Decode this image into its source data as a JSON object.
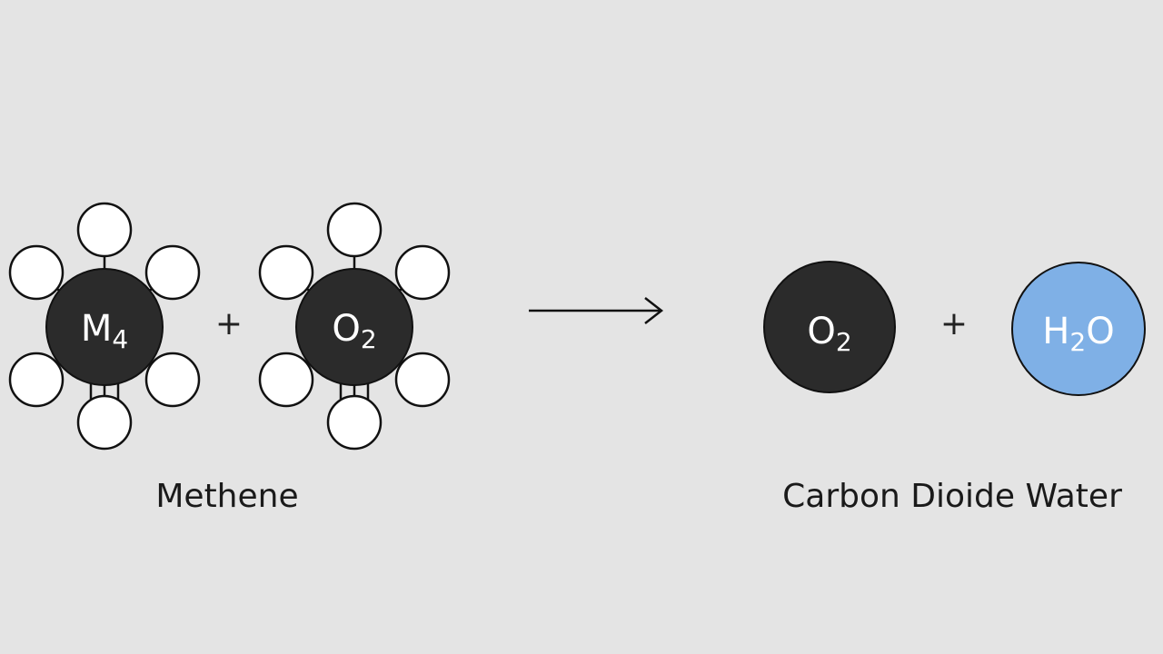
{
  "reactants": [
    {
      "symbol": "M",
      "subscript": "4"
    },
    {
      "symbol": "O",
      "subscript": "2"
    }
  ],
  "products": [
    {
      "symbol": "O",
      "subscript": "2"
    },
    {
      "symbol": "H",
      "subscript": "2",
      "suffix": "O"
    }
  ],
  "operators": {
    "plus_left": "+",
    "plus_right": "+",
    "arrow": "→"
  },
  "labels": {
    "reactant_caption": "Methene",
    "product_caption": "Carbon Dioide Water"
  },
  "colors": {
    "background": "#e4e4e4",
    "atom_dark": "#2b2b2b",
    "atom_light": "#ffffff",
    "water": "#7fb0e6",
    "outline": "#111111"
  }
}
